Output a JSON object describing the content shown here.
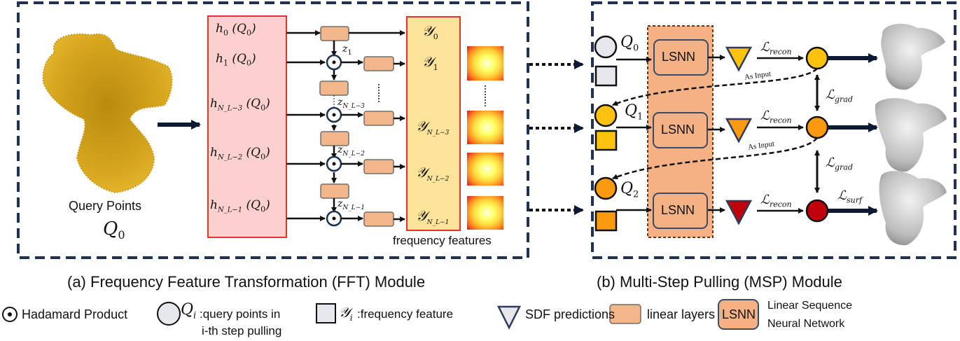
{
  "fft_module": {
    "caption": "(a) Frequency Feature Transformation (FFT) Module",
    "query_points_label": "Query Points",
    "query_points_symbol": "Q",
    "query_points_sub": "0",
    "h_rows": [
      {
        "base": "h",
        "sub": "0",
        "arg": "(Q",
        "arg_sub": "0",
        "arg_end": ")"
      },
      {
        "base": "h",
        "sub": "1",
        "arg": "(Q",
        "arg_sub": "0",
        "arg_end": ")"
      },
      {
        "base": "h",
        "sub": "N_L−3",
        "arg": "(Q",
        "arg_sub": "0",
        "arg_end": ")"
      },
      {
        "base": "h",
        "sub": "N_L−2",
        "arg": "(Q",
        "arg_sub": "0",
        "arg_end": ")"
      },
      {
        "base": "h",
        "sub": "N_L−1",
        "arg": "(Q",
        "arg_sub": "0",
        "arg_end": ")"
      }
    ],
    "z_labels": [
      {
        "base": "z",
        "sub": "1"
      },
      {
        "base": "z",
        "sub": "N_L−3"
      },
      {
        "base": "z",
        "sub": "N_L−2"
      },
      {
        "base": "z",
        "sub": "N_L−1"
      }
    ],
    "y_rows": [
      {
        "base": "𝒴",
        "sub": "0"
      },
      {
        "base": "𝒴",
        "sub": "1"
      },
      {
        "base": "𝒴",
        "sub": "N_L−3"
      },
      {
        "base": "𝒴",
        "sub": "N_L−2"
      },
      {
        "base": "𝒴",
        "sub": "N_L−1"
      }
    ],
    "ellipsis": "⋮",
    "frequency_features_label": "frequency features",
    "colors": {
      "h_box_fill": "#fdd0d0",
      "h_box_stroke": "#e8322f",
      "y_box_fill": "#fde49a",
      "linear_fill": "#f3b58a",
      "hadamard_stroke": "#1e3350"
    }
  },
  "msp_module": {
    "caption": "(b) Multi-Step Pulling (MSP) Module",
    "steps": [
      {
        "q_label": "Q",
        "q_sub": "0",
        "lsnn_label": "LSNN",
        "loss_label": "ℒ",
        "loss_sub": "recon",
        "point_color": "#e6e8ee",
        "triangle_color": "#ffc20e",
        "result_color": "#ffc20e"
      },
      {
        "q_label": "Q",
        "q_sub": "1",
        "lsnn_label": "LSNN",
        "loss_label": "ℒ",
        "loss_sub": "recon",
        "point_color": "#ffc20e",
        "triangle_color": "#fb9a0f",
        "result_color": "#fb9a0f"
      },
      {
        "q_label": "Q",
        "q_sub": "2",
        "lsnn_label": "LSNN",
        "loss_label": "ℒ",
        "loss_sub": "recon",
        "point_color": "#fb9a0f",
        "triangle_color": "#c0000a",
        "result_color": "#c0000a"
      }
    ],
    "as_input_label": "As Input",
    "grad_loss": {
      "base": "ℒ",
      "sub": "grad"
    },
    "surf_loss": {
      "base": "ℒ",
      "sub": "surf"
    },
    "colors": {
      "lsnn_panel_fill": "#f4b183",
      "lsnn_panel_stroke": "#6b3410",
      "lsnn_box_stroke": "#3b4a66",
      "frame_stroke": "#1f3252"
    }
  },
  "legend": {
    "hadamard": "Hadamard Product",
    "query_symbol": "Q",
    "query_sub": "i",
    "query_text_1": ":query points in",
    "query_text_2": "i-th step pulling",
    "feature_symbol": "𝒴",
    "feature_sub": "i",
    "feature_text": " :frequency feature",
    "sdf": "SDF predictions",
    "linear": "linear layers",
    "lsnn_box": "LSNN",
    "lsnn_text_1": "Linear Sequence",
    "lsnn_text_2": "Neural Network"
  }
}
